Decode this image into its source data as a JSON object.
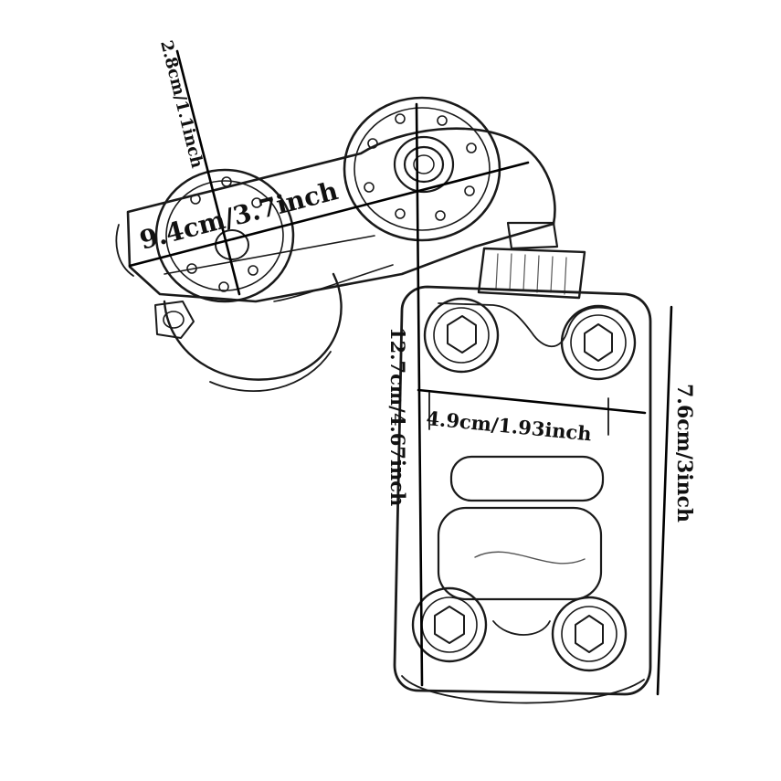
{
  "dimensions": {
    "arm_width": "2.8cm/1.1inch",
    "arm_length": "9.4cm/3.7inch",
    "plate_height": "12.7cm/4.67inch",
    "plate_width": "4.9cm/1.93inch",
    "plate_side": "7.6cm/3inch"
  },
  "colors": {
    "line": "#1a1a1a",
    "background": "#ffffff"
  }
}
